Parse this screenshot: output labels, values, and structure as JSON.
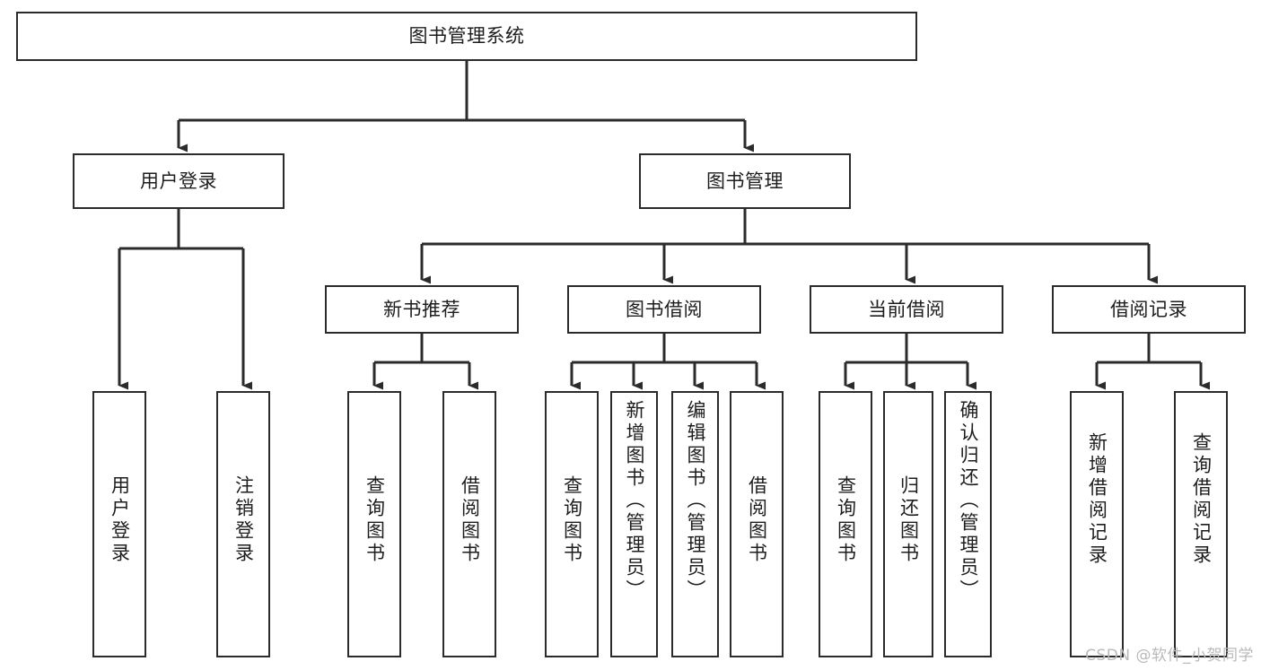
{
  "diagram": {
    "type": "tree-hierarchy",
    "title": "图书管理系统",
    "colors": {
      "stroke": "#2b2b2b",
      "text": "#1d1d1d",
      "background": "#ffffff",
      "watermark": "#b9b9b9"
    },
    "levels": {
      "root": {
        "id": "root",
        "label": "图书管理系统",
        "orientation": "horizontal"
      },
      "level2": [
        {
          "id": "user-login",
          "label": "用户登录",
          "orientation": "horizontal"
        },
        {
          "id": "book-management",
          "label": "图书管理",
          "orientation": "horizontal"
        }
      ],
      "level3": [
        {
          "id": "new-book-recommend",
          "label": "新书推荐",
          "orientation": "horizontal",
          "parent": "book-management"
        },
        {
          "id": "book-borrow",
          "label": "图书借阅",
          "orientation": "horizontal",
          "parent": "book-management"
        },
        {
          "id": "current-borrow",
          "label": "当前借阅",
          "orientation": "horizontal",
          "parent": "book-management"
        },
        {
          "id": "borrow-record",
          "label": "借阅记录",
          "orientation": "horizontal",
          "parent": "book-management"
        }
      ],
      "leaves": [
        {
          "id": "leaf-user-login",
          "label": "用户登录",
          "orientation": "vertical",
          "parent": "user-login"
        },
        {
          "id": "leaf-user-logout",
          "label": "注销登录",
          "orientation": "vertical",
          "parent": "user-login"
        },
        {
          "id": "leaf-query-book-1",
          "label": "查询图书",
          "orientation": "vertical",
          "parent": "new-book-recommend"
        },
        {
          "id": "leaf-borrow-book-1",
          "label": "借阅图书",
          "orientation": "vertical",
          "parent": "new-book-recommend"
        },
        {
          "id": "leaf-query-book-2",
          "label": "查询图书",
          "orientation": "vertical",
          "parent": "book-borrow"
        },
        {
          "id": "leaf-add-book",
          "label": "新增图书（管理员）",
          "orientation": "vertical",
          "parent": "book-borrow"
        },
        {
          "id": "leaf-edit-book",
          "label": "编辑图书（管理员）",
          "orientation": "vertical",
          "parent": "book-borrow"
        },
        {
          "id": "leaf-borrow-book-2",
          "label": "借阅图书",
          "orientation": "vertical",
          "parent": "book-borrow"
        },
        {
          "id": "leaf-query-book-3",
          "label": "查询图书",
          "orientation": "vertical",
          "parent": "current-borrow"
        },
        {
          "id": "leaf-return-book",
          "label": "归还图书",
          "orientation": "vertical",
          "parent": "current-borrow"
        },
        {
          "id": "leaf-confirm-return",
          "label": "确认归还（管理员）",
          "orientation": "vertical",
          "parent": "current-borrow"
        },
        {
          "id": "leaf-add-record",
          "label": "新增借阅记录",
          "orientation": "vertical",
          "parent": "borrow-record"
        },
        {
          "id": "leaf-query-record",
          "label": "查询借阅记录",
          "orientation": "vertical",
          "parent": "borrow-record"
        }
      ]
    },
    "watermark": "CSDN @软件_小贺同学"
  }
}
